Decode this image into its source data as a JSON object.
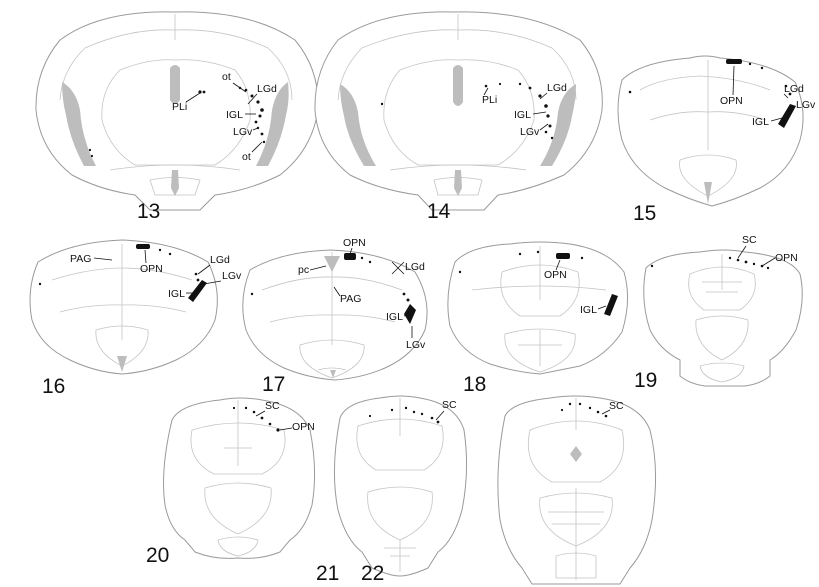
{
  "sections": [
    {
      "number": "13",
      "labels": [
        "ot",
        "LGd",
        "PLi",
        "IGL",
        "LGv",
        "ot"
      ]
    },
    {
      "number": "14",
      "labels": [
        "LGd",
        "PLi",
        "IGL",
        "LGv"
      ]
    },
    {
      "number": "15",
      "labels": [
        "OPN",
        "LGd",
        "LGv",
        "IGL"
      ]
    },
    {
      "number": "16",
      "labels": [
        "PAG",
        "OPN",
        "LGd",
        "LGv",
        "IGL"
      ]
    },
    {
      "number": "17",
      "labels": [
        "OPN",
        "pc",
        "LGd",
        "PAG",
        "IGL",
        "LGv"
      ]
    },
    {
      "number": "18",
      "labels": [
        "OPN",
        "IGL"
      ]
    },
    {
      "number": "19",
      "labels": [
        "SC",
        "OPN"
      ]
    },
    {
      "number": "20",
      "labels": [
        "SC",
        "OPN"
      ]
    },
    {
      "number": "21",
      "labels": [
        "SC"
      ]
    },
    {
      "number": "22",
      "labels": [
        "SC"
      ]
    }
  ],
  "colors": {
    "outline": "#9a9a9a",
    "shading": "#bdbdbd",
    "labeling": "#111111"
  }
}
